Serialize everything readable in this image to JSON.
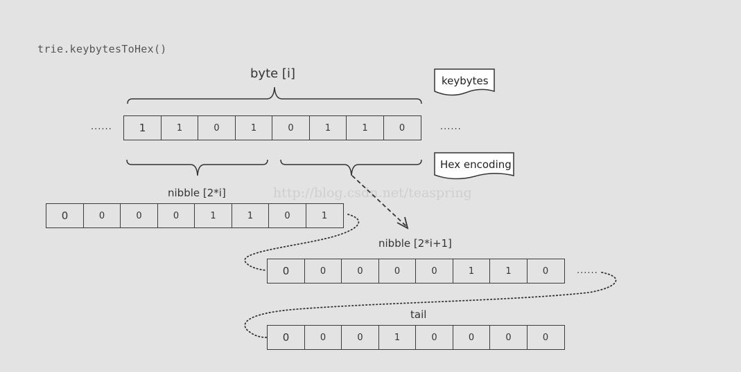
{
  "code_label": "trie.keybytesToHex()",
  "byte_label": "byte [i]",
  "keybytes_tag": "keybytes",
  "hex_tag": "Hex encoding",
  "nibble_lo_label": "nibble  [2*i]",
  "nibble_hi_label": "nibble  [2*i+1]",
  "tail_label": "tail",
  "watermark": "http://blog.csdn.net/teaspring",
  "ellipsis": "......",
  "byte_row": [
    "1",
    "1",
    "0",
    "1",
    "0",
    "1",
    "1",
    "0"
  ],
  "nibble_lo_row": [
    "0",
    "0",
    "0",
    "0",
    "1",
    "1",
    "0",
    "1"
  ],
  "nibble_hi_row": [
    "0",
    "0",
    "0",
    "0",
    "0",
    "1",
    "1",
    "0"
  ],
  "tail_row": [
    "0",
    "0",
    "0",
    "1",
    "0",
    "0",
    "0",
    "0"
  ]
}
